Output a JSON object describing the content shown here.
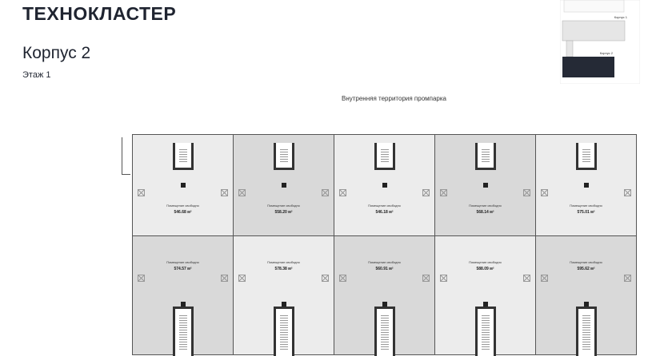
{
  "header": {
    "brand": "ТЕХНОКЛАСТЕР",
    "building": "Корпус 2",
    "floor": "Этаж 1"
  },
  "site_label": "Внутренняя территория промпарка",
  "minimap": {
    "building1": "Корпус 1",
    "building2": "Корпус 2",
    "active_color": "#252a36"
  },
  "colors": {
    "light": "#ececec",
    "gray": "#d9d9d9"
  },
  "units": [
    {
      "label": "Помещение свободно",
      "area": "546.68 м²",
      "shade": "light",
      "row": "top"
    },
    {
      "label": "Помещение свободно",
      "area": "558.20 м²",
      "shade": "gray",
      "row": "top"
    },
    {
      "label": "Помещение свободно",
      "area": "546.18 м²",
      "shade": "light",
      "row": "top"
    },
    {
      "label": "Помещение свободно",
      "area": "568.14 м²",
      "shade": "gray",
      "row": "top"
    },
    {
      "label": "Помещение свободно",
      "area": "575.01 м²",
      "shade": "light",
      "row": "top"
    },
    {
      "label": "Помещение свободно",
      "area": "574.57 м²",
      "shade": "gray",
      "row": "bottom"
    },
    {
      "label": "Помещение свободно",
      "area": "578.38 м²",
      "shade": "light",
      "row": "bottom"
    },
    {
      "label": "Помещение свободно",
      "area": "560.91 м²",
      "shade": "gray",
      "row": "bottom"
    },
    {
      "label": "Помещение свободно",
      "area": "588.09 м²",
      "shade": "light",
      "row": "bottom"
    },
    {
      "label": "Помещение свободно",
      "area": "595.62 м²",
      "shade": "gray",
      "row": "bottom"
    }
  ]
}
